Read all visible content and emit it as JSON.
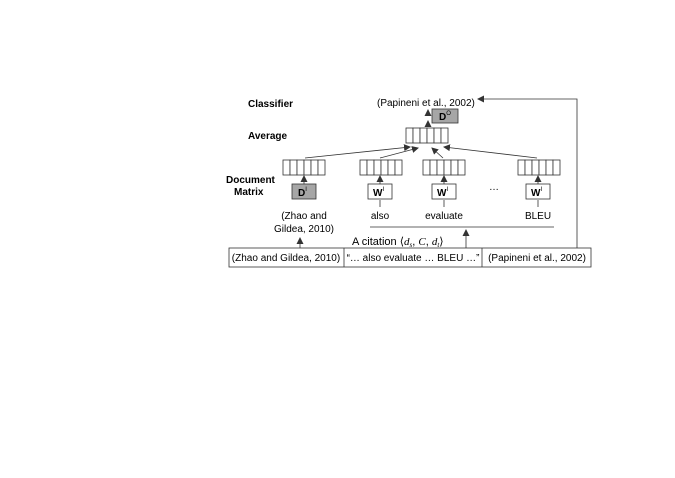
{
  "labels": {
    "classifier": "Classifier",
    "average": "Average",
    "document_matrix_line1": "Document",
    "document_matrix_line2": "Matrix"
  },
  "output": {
    "target_text": "(Papineni et al., 2002)",
    "matrix_name": "D",
    "matrix_sup": "O"
  },
  "inputs": [
    {
      "matrix_name": "D",
      "matrix_sup": "I",
      "shaded": true,
      "word_line1": "(Zhao and",
      "word_line2": "Gildea, 2010)"
    },
    {
      "matrix_name": "W",
      "matrix_sup": "I",
      "shaded": false,
      "word_line1": "also",
      "word_line2": ""
    },
    {
      "matrix_name": "W",
      "matrix_sup": "I",
      "shaded": false,
      "word_line1": "evaluate",
      "word_line2": ""
    },
    {
      "matrix_name": "W",
      "matrix_sup": "I",
      "shaded": false,
      "word_line1": "BLEU",
      "word_line2": ""
    }
  ],
  "ellipsis": "…",
  "citation": {
    "label": "A citation",
    "tuple_open": "⟨",
    "d": "d",
    "sub_s": "s",
    "comma1": ", ",
    "C": "C",
    "comma2": ", ",
    "sub_t": "t",
    "tuple_close": "⟩"
  },
  "citation_row": [
    "(Zhao and Gildea, 2010)",
    "“… also evaluate … BLEU …”",
    "(Papineni et al., 2002)"
  ],
  "colors": {
    "shaded_fill": "#a6a6a6",
    "line": "#333333"
  }
}
